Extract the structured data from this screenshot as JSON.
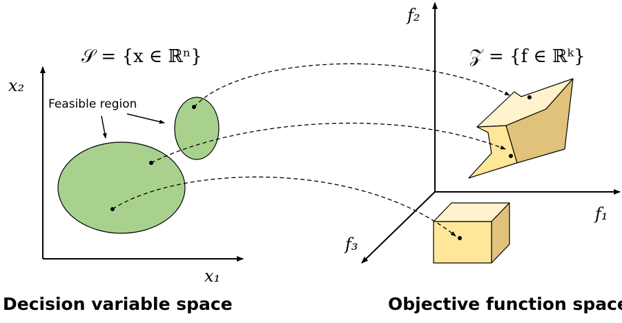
{
  "decision_space": {
    "set_label": "𝒮 = {x ∈ ℝⁿ}",
    "x_axis_label": "x₁",
    "y_axis_label": "x₂",
    "feasible_label": "Feasible region",
    "caption": "Decision variable space"
  },
  "objective_space": {
    "set_label": "𝒵 = {f ∈ ℝᵏ}",
    "f1_label": "f₁",
    "f2_label": "f₂",
    "f3_label": "f₃",
    "caption": "Objective function space"
  },
  "colors": {
    "feasible_fill": "#a9d18e",
    "objective_front": "#ffe699",
    "objective_top": "#fff2cc",
    "objective_side": "#e0c27a",
    "stroke": "#000000"
  }
}
